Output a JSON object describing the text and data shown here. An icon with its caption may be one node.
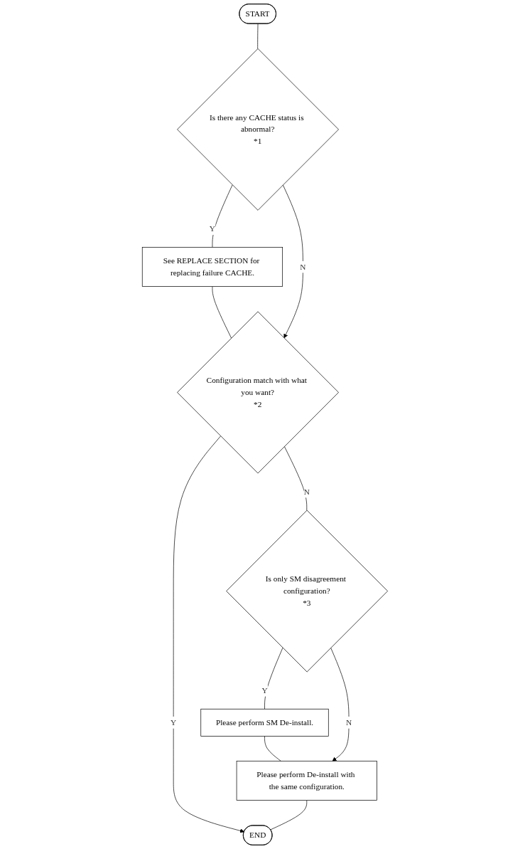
{
  "diagram": {
    "nodes": [
      {
        "text": [
          "START"
        ]
      },
      {
        "text": [
          "Is there any CACHE status is abnormal?",
          "*1"
        ]
      },
      {
        "text": [
          "See REPLACE SECTION for replacing failure CACHE."
        ]
      },
      {
        "text": [
          "Configuration match with what you want?",
          "*2"
        ]
      },
      {
        "text": [
          "Is only SM disagreement configuration?",
          "*3"
        ]
      },
      {
        "text": [
          "Please perform SM De-install."
        ]
      },
      {
        "text": [
          "Please perform De-install with the same configuration."
        ]
      },
      {
        "text": [
          "END"
        ]
      }
    ],
    "edges": [
      {
        "from": 0,
        "to": 1,
        "arrow": "none"
      },
      {
        "from": 1,
        "to": 2,
        "arrow": "none",
        "label": "Y"
      },
      {
        "from": 2,
        "to": 3,
        "arrow": "none"
      },
      {
        "from": 1,
        "to": 3,
        "arrow": "to",
        "label": "N"
      },
      {
        "from": 3,
        "to": 4,
        "arrow": "none",
        "label": "N"
      },
      {
        "from": 3,
        "to": 7,
        "arrow": "to",
        "label": "Y"
      },
      {
        "from": 4,
        "to": 5,
        "arrow": "none",
        "label": "Y"
      },
      {
        "from": 5,
        "to": 6,
        "arrow": "none"
      },
      {
        "from": 4,
        "to": 6,
        "arrow": "to",
        "label": "N"
      },
      {
        "from": 6,
        "to": 7,
        "arrow": "none"
      }
    ]
  }
}
